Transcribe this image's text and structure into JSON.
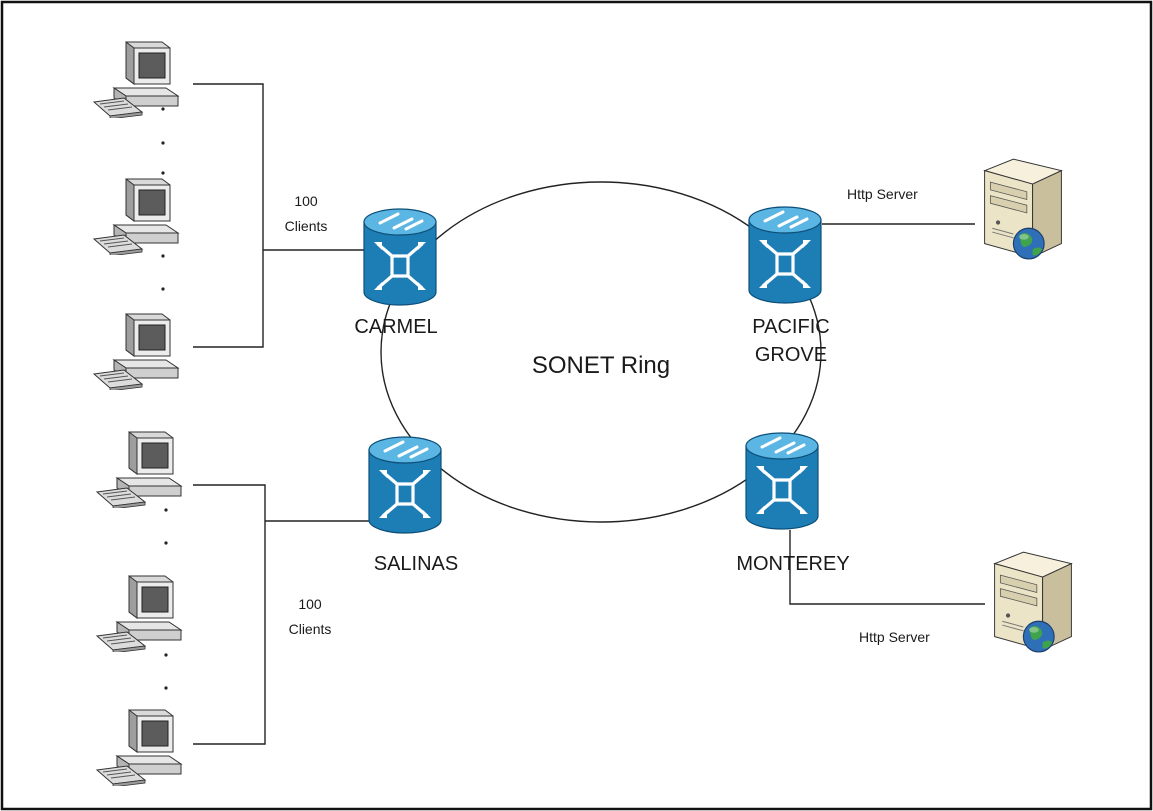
{
  "diagram": {
    "ring_label": "SONET Ring",
    "nodes": {
      "carmel": "CARMEL",
      "pacific_grove": [
        "PACIFIC",
        "GROVE"
      ],
      "salinas": "SALINAS",
      "monterey": "MONTEREY"
    },
    "client_groups": {
      "top": [
        "100",
        "Clients"
      ],
      "bottom": [
        "100",
        "Clients"
      ]
    },
    "servers": {
      "top": "Http Server",
      "bottom": "Http Server"
    },
    "colors": {
      "router_body": "#1d7db5",
      "router_top": "#5bb6e3",
      "border": "#111111"
    }
  }
}
